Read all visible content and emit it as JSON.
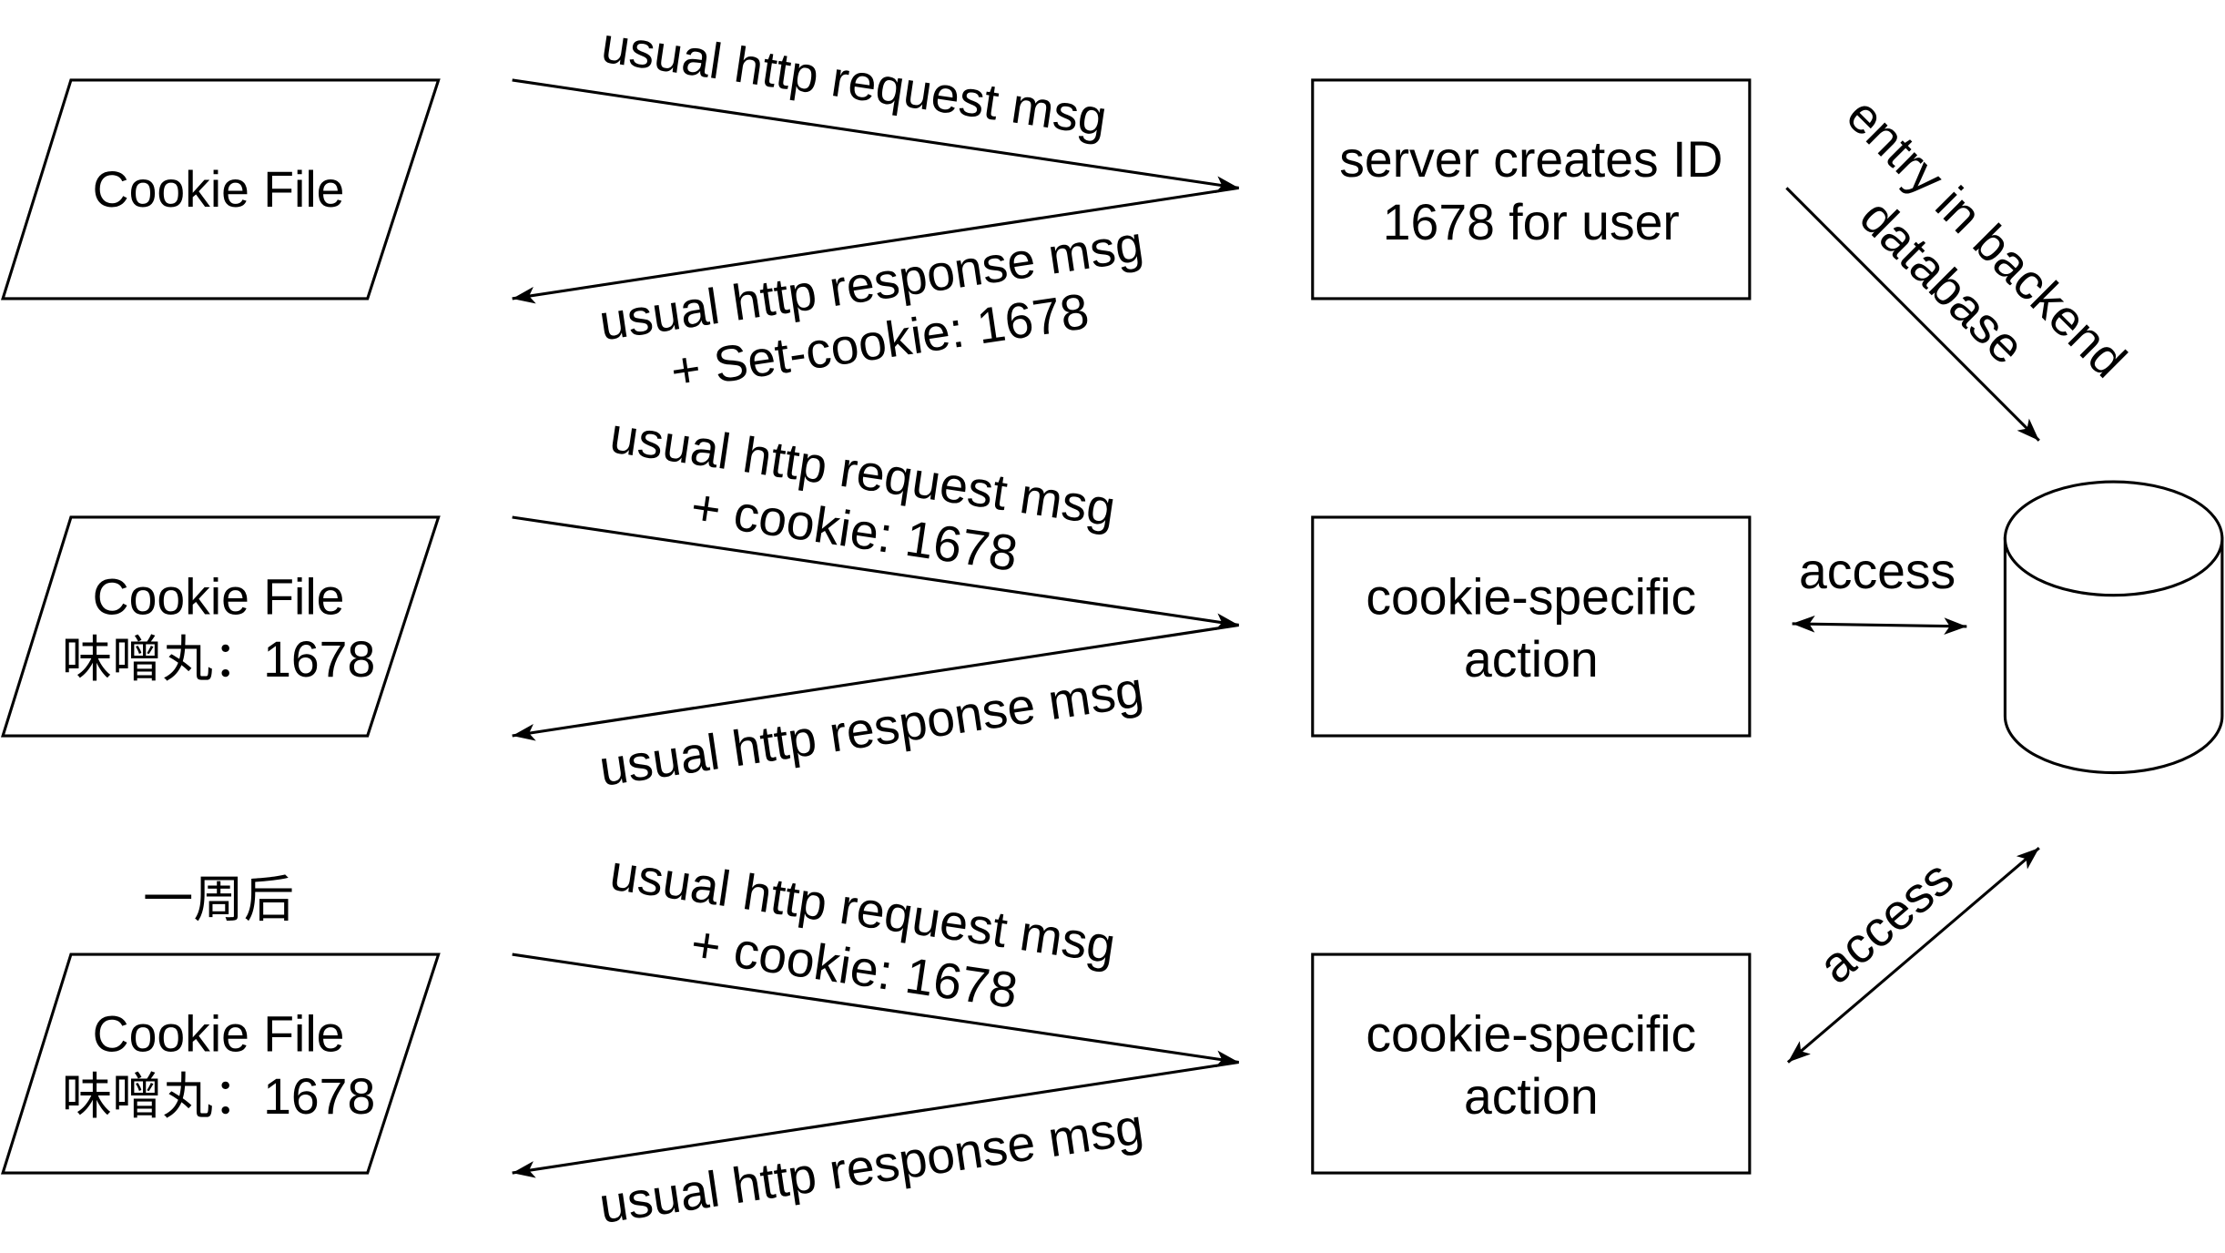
{
  "rows": [
    {
      "client": {
        "lines": [
          "Cookie File"
        ]
      },
      "request": [
        "usual http request msg"
      ],
      "response": [
        "usual http response msg",
        "+ Set-cookie: 1678"
      ],
      "server": [
        "server creates ID",
        "1678 for user"
      ]
    },
    {
      "client": {
        "lines": [
          "Cookie File",
          "味噌丸：1678"
        ]
      },
      "request": [
        "usual http request msg",
        "+ cookie: 1678"
      ],
      "response": [
        "usual http response msg"
      ],
      "server": [
        "cookie-specific",
        "action"
      ]
    },
    {
      "client": {
        "caption": "一周后",
        "lines": [
          "Cookie File",
          "味噌丸：1678"
        ]
      },
      "request": [
        "usual http request msg",
        "+ cookie: 1678"
      ],
      "response": [
        "usual http response msg"
      ],
      "server": [
        "cookie-specific",
        "action"
      ]
    }
  ],
  "database": {
    "icon": "database-cylinder",
    "entry_label": [
      "entry in backend",
      "database"
    ],
    "access_labels": [
      "access",
      "access"
    ]
  }
}
